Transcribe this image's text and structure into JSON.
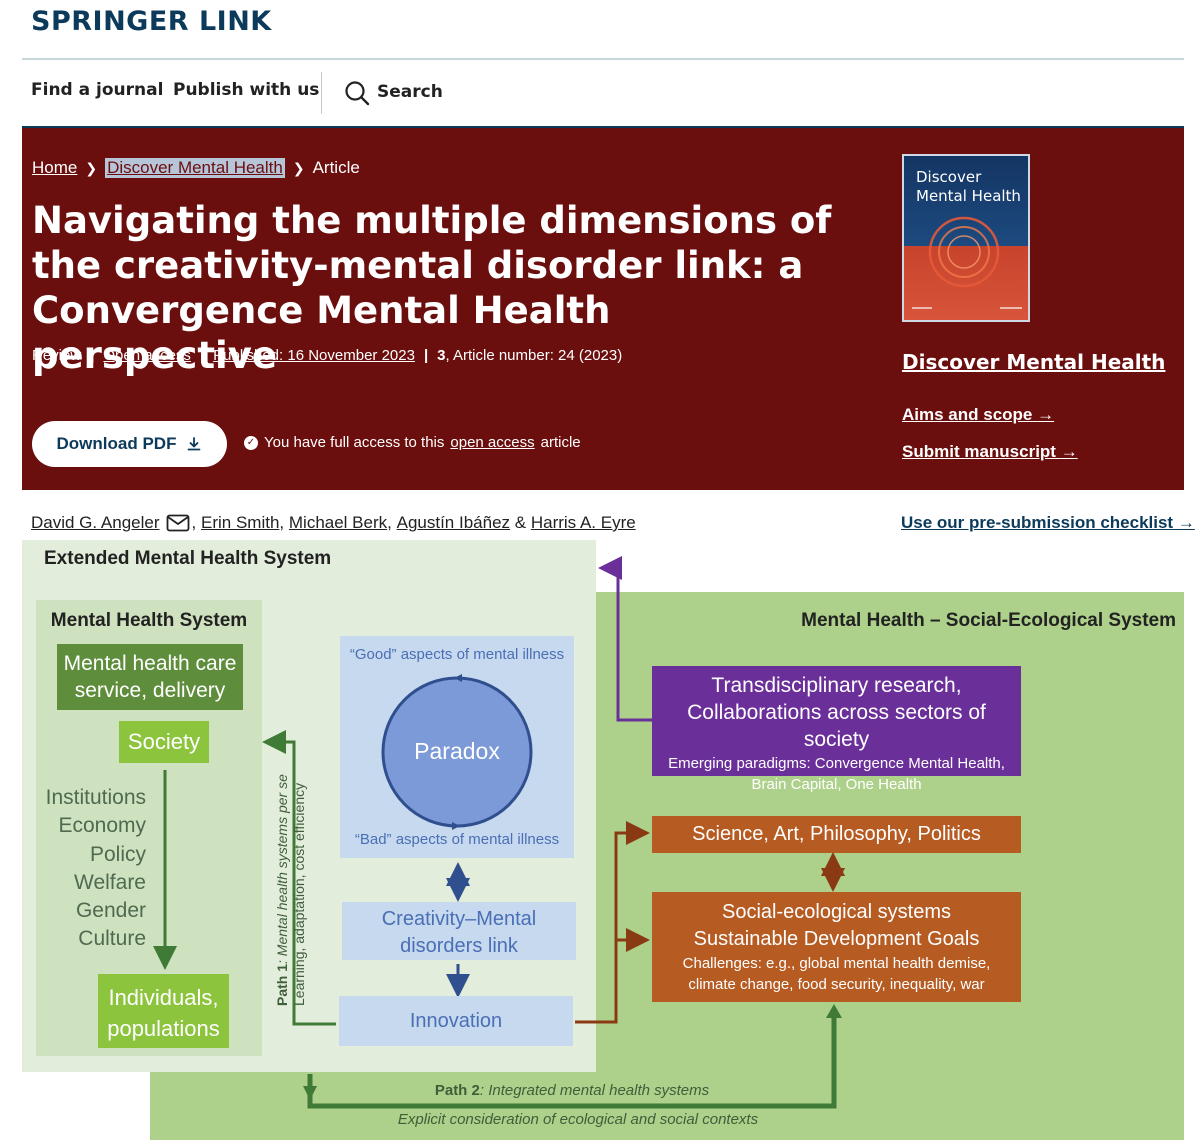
{
  "brand": "SPRINGER LINK",
  "nav": {
    "find_journal": "Find a journal",
    "publish": "Publish with us",
    "search": "Search"
  },
  "breadcrumb": {
    "home": "Home",
    "journal": "Discover Mental Health",
    "article": "Article"
  },
  "article": {
    "title": "Navigating the multiple dimensions of the creativity-mental disorder link: a Convergence Mental Health perspective",
    "type": "Review",
    "access": "Open access",
    "published": "Published: 16 November 2023",
    "volume": "3",
    "article_number": ", Article number: 24 (2023)",
    "download": "Download PDF",
    "access_note_prefix": "You have full access to this",
    "access_note_link": "open access",
    "access_note_suffix": "article"
  },
  "journal": {
    "cover_title": "Discover Mental Health",
    "name": "Discover Mental Health",
    "aims": "Aims and scope",
    "submit": "Submit manuscript"
  },
  "authors": [
    "David G. Angeler",
    "Erin Smith",
    "Michael Berk",
    "Agustín Ibáñez",
    "Harris A. Eyre"
  ],
  "author_separators": [
    ",",
    ",",
    ",",
    "&"
  ],
  "checklist": "Use our pre-submission checklist",
  "figure": {
    "extended_system": "Extended Mental Health System",
    "mh_system": "Mental Health System",
    "care_line1": "Mental health care",
    "care_line2": "service, delivery",
    "society": "Society",
    "social_list": [
      "Institutions",
      "Economy",
      "Policy",
      "Welfare",
      "Gender",
      "Culture"
    ],
    "individuals_line1": "Individuals,",
    "individuals_line2": "populations",
    "good": "“Good” aspects of mental illness",
    "paradox": "Paradox",
    "bad": "“Bad” aspects of mental illness",
    "creativity_line1": "Creativity–Mental",
    "creativity_line2": "disorders link",
    "innovation": "Innovation",
    "path1_label": "Path 1",
    "path1_text": ": Mental health systems per se",
    "path1_sub": "Learning, adaptation, cost efficiency",
    "social_eco_system": "Mental Health – Social-Ecological System",
    "trans_line1": "Transdisciplinary research,",
    "trans_line2": "Collaborations across sectors of society",
    "trans_line3": "Emerging paradigms: Convergence Mental Health,",
    "trans_line4": "Brain Capital, One Health",
    "science": "Science, Art, Philosophy, Politics",
    "soc_line1": "Social-ecological systems",
    "soc_line2": "Sustainable Development Goals",
    "soc_line3": "Challenges: e.g., global mental health demise,",
    "soc_line4": "climate change, food security, inequality, war",
    "path2_label": "Path 2",
    "path2_text": ": Integrated mental health systems",
    "path2_sub": "Explicit consideration of ecological and social contexts"
  },
  "colors": {
    "banner": "#6b0e0e",
    "brand": "#0c3a5a",
    "outer_green": "#add08a",
    "extended_green": "#e3eddb",
    "inner_green": "#cfe2bf",
    "dark_green": "#3f7a36",
    "purple": "#6a2f99",
    "orange": "#b65b22",
    "light_blue": "#c6d9ef",
    "paradox_blue": "#7d9ad8"
  }
}
